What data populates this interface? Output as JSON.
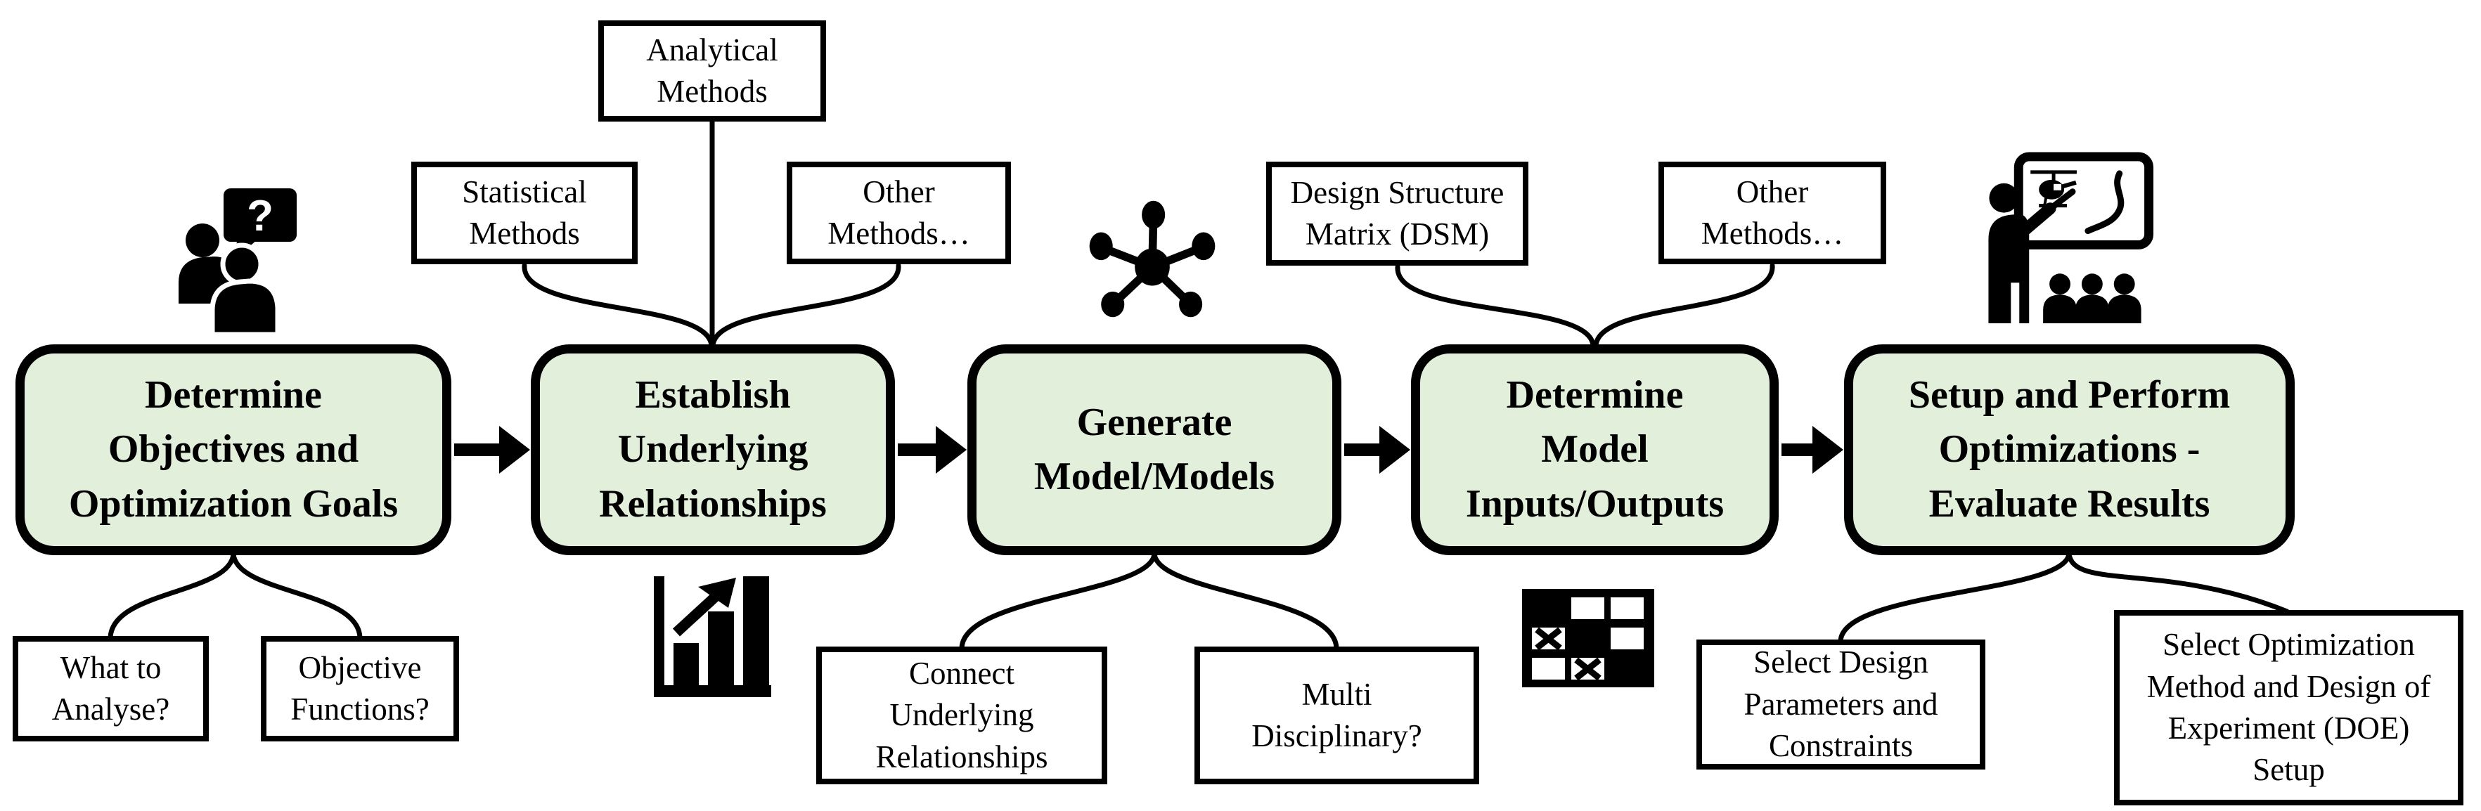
{
  "colors": {
    "step_fill": "#e2efda",
    "outline": "#000000",
    "method_box_fill": "#ffffff",
    "icon_color": "#000000"
  },
  "flow": {
    "steps": [
      {
        "label": "Determine\nObjectives and\nOptimization Goals"
      },
      {
        "label": "Establish\nUnderlying\nRelationships"
      },
      {
        "label": "Generate\nModel/Models"
      },
      {
        "label": "Determine\nModel\nInputs/Outputs"
      },
      {
        "label": "Setup and Perform\nOptimizations -\nEvaluate Results"
      }
    ]
  },
  "methods": {
    "statistical": "Statistical\nMethods",
    "analytical": "Analytical\nMethods",
    "other_methods_1": "Other\nMethods…",
    "dsm": "Design Structure\nMatrix (DSM)",
    "other_methods_2": "Other\nMethods…"
  },
  "details": {
    "what_to_analyse": "What to\nAnalyse?",
    "objective_functions": "Objective\nFunctions?",
    "connect_underlying": "Connect\nUnderlying\nRelationships",
    "multi_disciplinary": "Multi\nDisciplinary?",
    "select_design": "Select Design\nParameters and\nConstraints",
    "select_optimization": "Select Optimization\nMethod and Design of\nExperiment (DOE)\nSetup"
  },
  "icons": {
    "question_mark": "?",
    "discussion": "two-people-with-question-speech-bubble",
    "network": "hub-and-spoke-network",
    "presenter": "presenter-pointing-at-screen-with-helicopter",
    "bar_chart": "rising-bar-chart-with-arrow",
    "matrix": "design-structure-matrix-grid"
  }
}
